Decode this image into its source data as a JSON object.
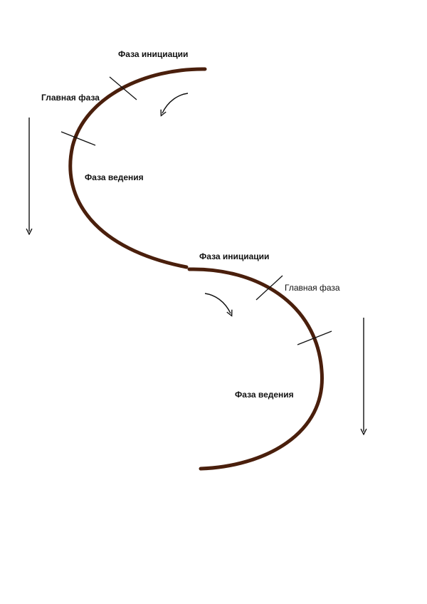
{
  "colors": {
    "curve": "#4a1f0c",
    "ink": "#111111"
  },
  "diagram": {
    "upper": {
      "initiation": "Фаза инициации",
      "main": "Главная фаза",
      "guidance": "Фаза ведения"
    },
    "lower": {
      "initiation": "Фаза инициации",
      "main": "Главная фаза",
      "guidance": "Фаза ведения"
    }
  }
}
